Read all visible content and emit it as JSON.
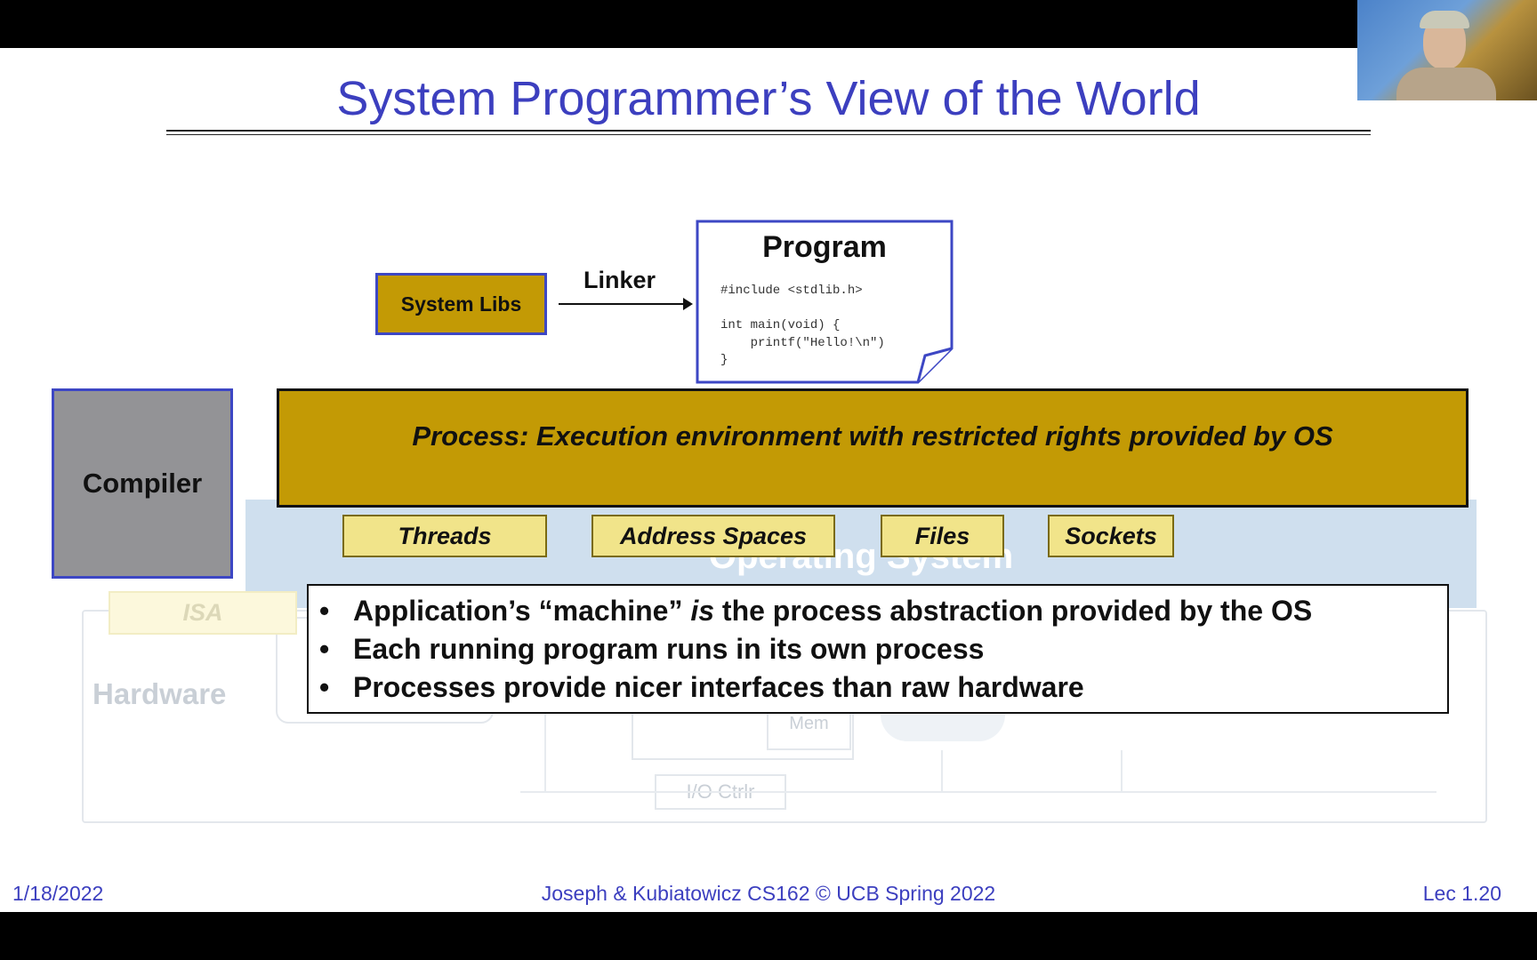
{
  "slide": {
    "title": "System Programmer’s View of the World",
    "program_box": {
      "heading": "Program",
      "code_lines": [
        "#include <stdlib.h>",
        "",
        "int main(void) {",
        "    printf(\"Hello!\\n\")",
        "}"
      ]
    },
    "system_libs_label": "System Libs",
    "linker_label": "Linker",
    "compiler_label": "Compiler",
    "process_caption": "Process: Execution environment with restricted rights provided by OS",
    "process_tabs": [
      "Threads",
      "Address Spaces",
      "Files",
      "Sockets"
    ],
    "os_label": "Operating System",
    "isa_label": "ISA",
    "hardware_label": "Hardware",
    "hardware_parts": {
      "mem": "Mem",
      "io": "I/O Ctrlr"
    },
    "bullets": [
      {
        "pre": "Application’s “machine” ",
        "em": "is",
        "post": " the process abstraction provided by the OS"
      },
      {
        "pre": "Each running program runs in its own process",
        "em": "",
        "post": ""
      },
      {
        "pre": "Processes provide nicer interfaces than raw hardware",
        "em": "",
        "post": ""
      }
    ],
    "footer": {
      "date": "1/18/2022",
      "center": "Joseph & Kubiatowicz CS162 © UCB Spring 2022",
      "lecture": "Lec 1.20"
    }
  },
  "colors": {
    "title": "#3c3fbf",
    "gold": "#c39a05",
    "tab_fill": "#f1e48a",
    "compiler_gray": "#939396",
    "os_blue": "#cfdfee",
    "border_blue": "#3d47c4"
  }
}
